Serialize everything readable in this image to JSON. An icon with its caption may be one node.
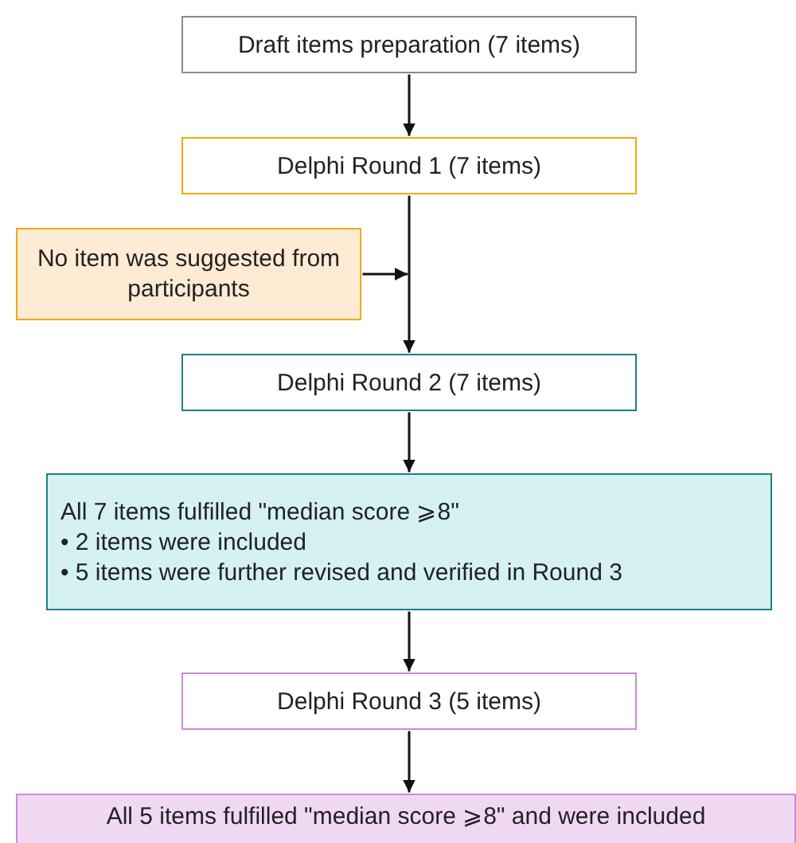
{
  "diagram": {
    "nodes": [
      {
        "text": [
          "Draft items preparation (7 items)"
        ]
      },
      {
        "text": [
          "Delphi Round 1 (7 items)"
        ]
      },
      {
        "text": [
          "No item was suggested from participants"
        ]
      },
      {
        "text": [
          "Delphi Round 2 (7 items)"
        ]
      },
      {
        "text": [
          "All 7 items fulfilled \"median score ⩾8\"",
          "• 2 items were included",
          "• 5 items were further revised and verified in Round 3"
        ]
      },
      {
        "text": [
          "Delphi Round 3 (5 items)"
        ]
      },
      {
        "text": [
          "All 5 items fulfilled \"median score ⩾8\" and were included"
        ]
      }
    ],
    "edges": [
      {
        "from": 0,
        "to": 1,
        "arrow": "to"
      },
      {
        "from": 1,
        "to": 3,
        "arrow": "to"
      },
      {
        "from": 2,
        "to": null,
        "arrow": "to"
      },
      {
        "from": 3,
        "to": 4,
        "arrow": "to"
      },
      {
        "from": 4,
        "to": 5,
        "arrow": "to"
      },
      {
        "from": 5,
        "to": 6,
        "arrow": "to"
      }
    ]
  }
}
